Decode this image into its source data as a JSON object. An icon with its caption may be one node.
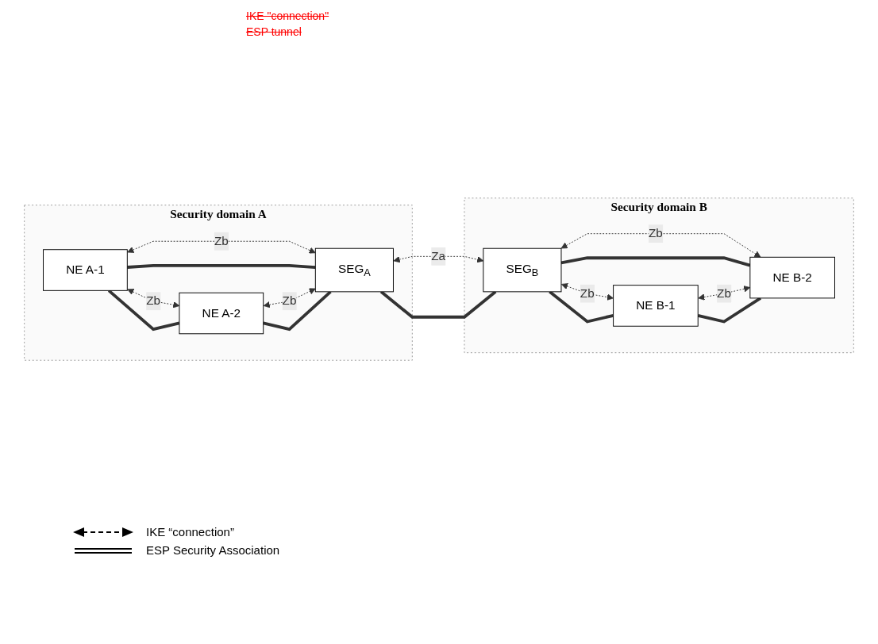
{
  "diagram": {
    "nodes": [
      {
        "text": [
          "Security domain A"
        ]
      },
      {
        "text": [
          "NE A-1"
        ],
        "in": 0
      },
      {
        "text": [
          "NE A-2"
        ],
        "in": 0
      },
      {
        "text": [
          "SEG$_{A}$"
        ],
        "in": 0
      },
      {
        "text": [
          "Security domain B"
        ]
      },
      {
        "text": [
          "SEG$_{B}$"
        ],
        "in": 4
      },
      {
        "text": [
          "NE B-1"
        ],
        "in": 4
      },
      {
        "text": [
          "NE B-2"
        ],
        "in": 4
      }
    ],
    "edges": [
      {
        "from": 1,
        "to": 2,
        "arrow": "both",
        "style": "dashed",
        "label": "Zb"
      },
      {
        "from": 1,
        "to": 2,
        "arrow": "none",
        "style": "thick"
      },
      {
        "from": 1,
        "to": 3,
        "arrow": "both",
        "style": "dashed",
        "label": "Zb"
      },
      {
        "from": 1,
        "to": 3,
        "arrow": "none",
        "style": "thick"
      },
      {
        "from": 2,
        "to": 3,
        "arrow": "both",
        "style": "dashed",
        "label": "Zb"
      },
      {
        "from": 2,
        "to": 3,
        "arrow": "none",
        "style": "thick"
      },
      {
        "from": 3,
        "to": 5,
        "arrow": "both",
        "style": "dashed",
        "label": "Za"
      },
      {
        "from": 3,
        "to": 5,
        "arrow": "none",
        "style": "thick"
      },
      {
        "from": 5,
        "to": 6,
        "arrow": "both",
        "style": "dashed",
        "label": "Zb"
      },
      {
        "from": 5,
        "to": 6,
        "arrow": "none",
        "style": "thick"
      },
      {
        "from": 5,
        "to": 7,
        "arrow": "both",
        "style": "dashed",
        "label": "Zb"
      },
      {
        "from": 5,
        "to": 7,
        "arrow": "none",
        "style": "thick"
      },
      {
        "from": 6,
        "to": 7,
        "arrow": "both",
        "style": "dashed",
        "label": "Zb"
      },
      {
        "from": 6,
        "to": 7,
        "arrow": "none",
        "style": "thick"
      }
    ],
    "labels": [
      "IKE \"connection\"",
      "ESP tunnel"
    ],
    "legend": [
      {
        "text": "IKE “connection”"
      },
      {
        "text": "ESP Security Association"
      }
    ]
  }
}
